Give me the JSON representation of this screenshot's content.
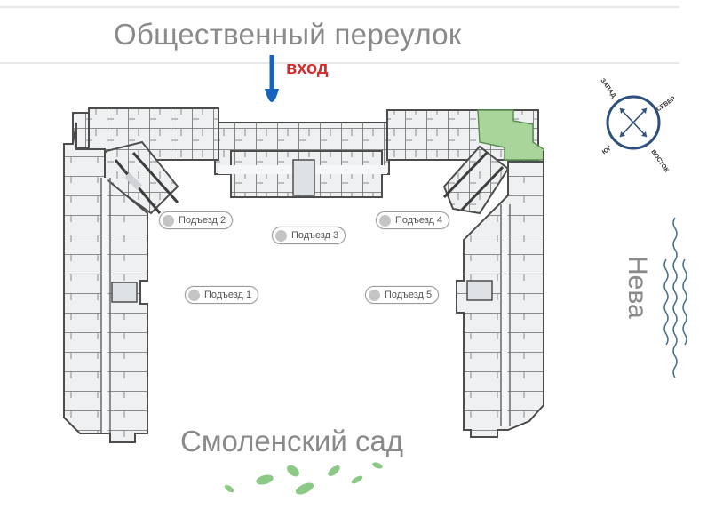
{
  "map": {
    "street_top": "Общественный переулок",
    "entrance_label": "вход",
    "garden_label": "Смоленский сад",
    "river_label": "Нева",
    "colors": {
      "entrance_arrow": "#1565c0",
      "entrance_text": "#d52b2b",
      "highlight_unit": "#a9d59a",
      "compass": "#2d4f7c",
      "river": "#4a6e90",
      "leaves": "#8cc987",
      "walls": "#555555",
      "floor": "#eef0f2"
    }
  },
  "compass": {
    "west": "ЗАПАД",
    "north": "СЕВЕР",
    "south": "ЮГ",
    "east": "ВОСТОК"
  },
  "entrances": [
    {
      "label": "Подъезд 1"
    },
    {
      "label": "Подъезд 2"
    },
    {
      "label": "Подъезд 3"
    },
    {
      "label": "Подъезд 4"
    },
    {
      "label": "Подъезд 5"
    }
  ]
}
